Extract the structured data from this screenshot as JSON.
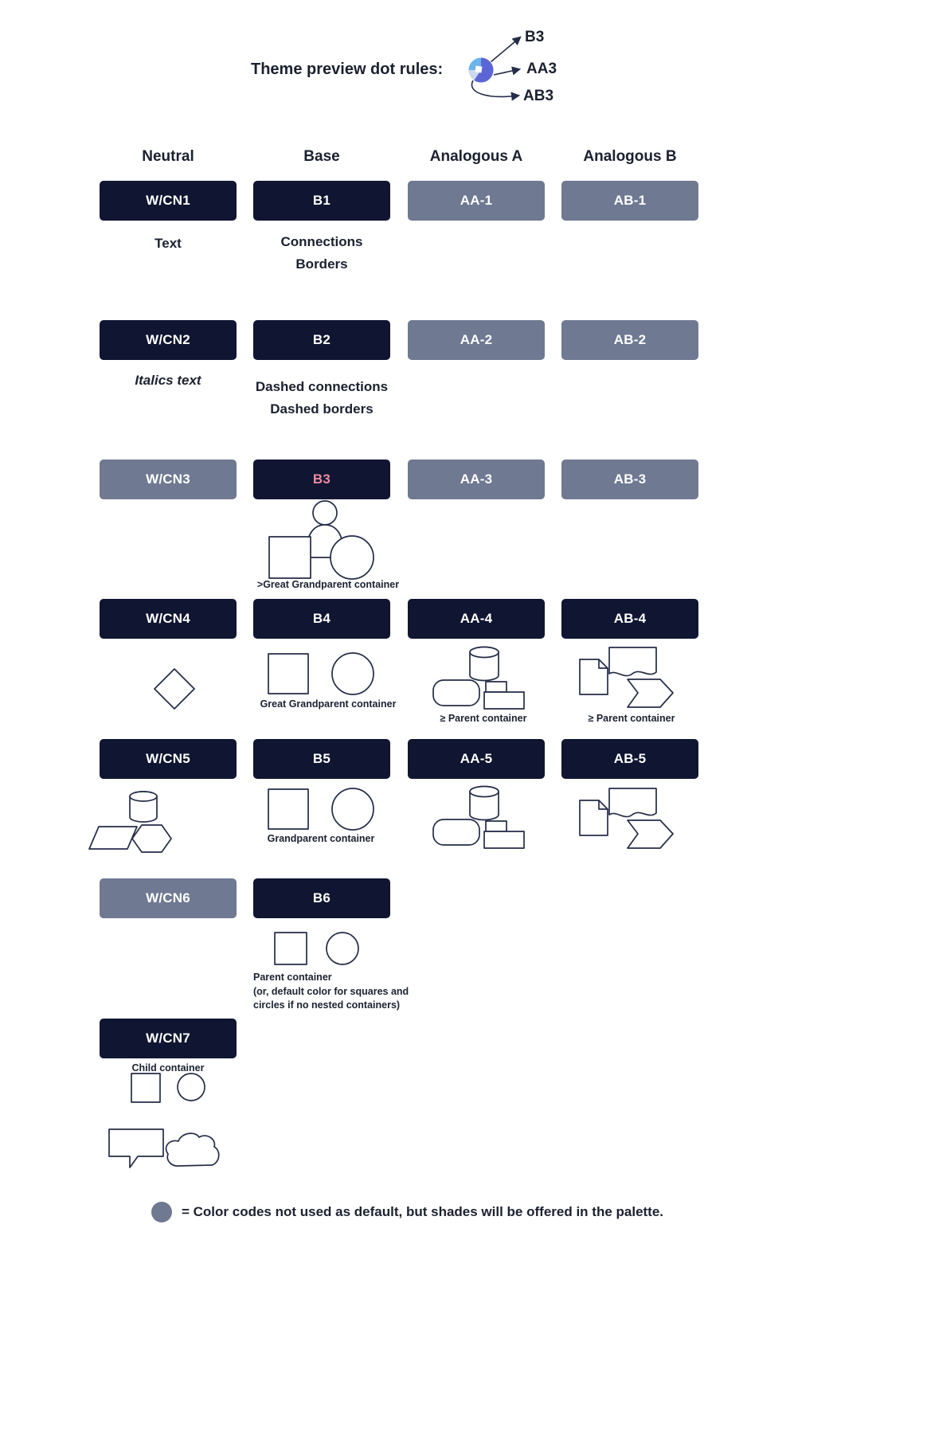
{
  "colors": {
    "dark": "#101531",
    "gray": "#6f7992",
    "ink": "#1b2130",
    "pink": "#ec8ba0",
    "shape-stroke": "#242c47",
    "dot-blue": "#6cb4ec",
    "dot-purple": "#5b65d6",
    "dot-pale": "#cdd8ec"
  },
  "header": {
    "title": "Theme preview dot rules:",
    "dot_labels": {
      "b3": "B3",
      "aa3": "AA3",
      "ab3": "AB3"
    }
  },
  "icons": {
    "theme_preview_dot": "multicolor-pie-dot",
    "legend_dot": "filled-gray-circle"
  },
  "columns": {
    "neutral": "Neutral",
    "base": "Base",
    "analogous_a": "Analogous A",
    "analogous_b": "Analogous B"
  },
  "swatches": {
    "wcn1": "W/CN1",
    "wcn2": "W/CN2",
    "wcn3": "W/CN3",
    "wcn4": "W/CN4",
    "wcn5": "W/CN5",
    "wcn6": "W/CN6",
    "wcn7": "W/CN7",
    "b1": "B1",
    "b2": "B2",
    "b3": "B3",
    "b4": "B4",
    "b5": "B5",
    "b6": "B6",
    "aa1": "AA-1",
    "aa2": "AA-2",
    "aa3": "AA-3",
    "aa4": "AA-4",
    "aa5": "AA-5",
    "ab1": "AB-1",
    "ab2": "AB-2",
    "ab3": "AB-3",
    "ab4": "AB-4",
    "ab5": "AB-5"
  },
  "annotations": {
    "neutral_1": "Text",
    "base_1a": "Connections",
    "base_1b": "Borders",
    "neutral_2": "Italics text",
    "base_2a": "Dashed connections",
    "base_2b": "Dashed borders",
    "b3_shapes": ">Great Grandparent container",
    "b4_shapes": "Great Grandparent container",
    "aa4_shapes": "≥ Parent container",
    "ab4_shapes": "≥ Parent container",
    "b5_shapes": "Grandparent container",
    "b6_shapes": "Parent container",
    "b6_shapes_sub": "(or, default color for squares and circles if no nested containers)",
    "wcn7_shapes": "Child container"
  },
  "footer": {
    "legend": "= Color codes not used as default, but shades will be offered in the palette."
  }
}
